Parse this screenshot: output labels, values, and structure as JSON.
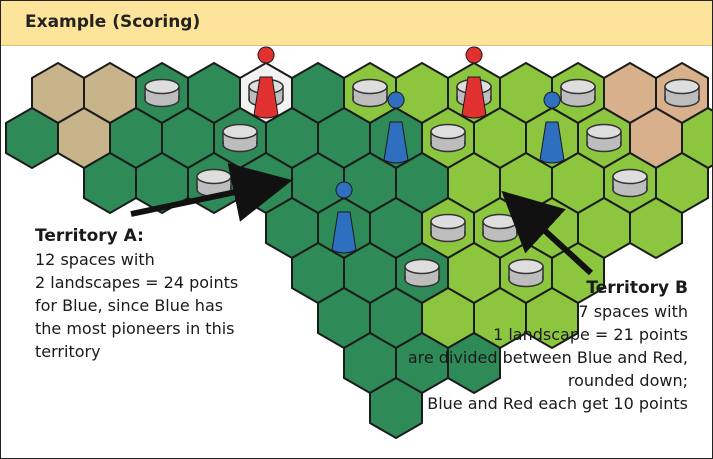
{
  "header": {
    "title": "Example (Scoring)"
  },
  "territory_a": {
    "title": "Territory A:",
    "lines": [
      "12 spaces with",
      "2 landscapes = 24 points",
      "for Blue, since Blue has",
      "the most pioneers in this",
      "territory"
    ]
  },
  "territory_b": {
    "title": "Territory B",
    "lines": [
      "7 spaces with",
      "1 landscape = 21 points",
      "are divided between Blue and Red,",
      "rounded down;",
      "Blue and Red each get 10 points"
    ]
  },
  "colors": {
    "header_bg": "#fde49a",
    "hex_dark_green": "#2e8b57",
    "hex_light_green": "#8cc63f",
    "hex_sand": "#c8b48a",
    "hex_peach": "#d9b08c",
    "hex_white": "#f2f2f2",
    "pioneer_red": "#e03030",
    "pioneer_blue": "#2f6fc0",
    "landscape_gray": "#bdbdbd"
  }
}
